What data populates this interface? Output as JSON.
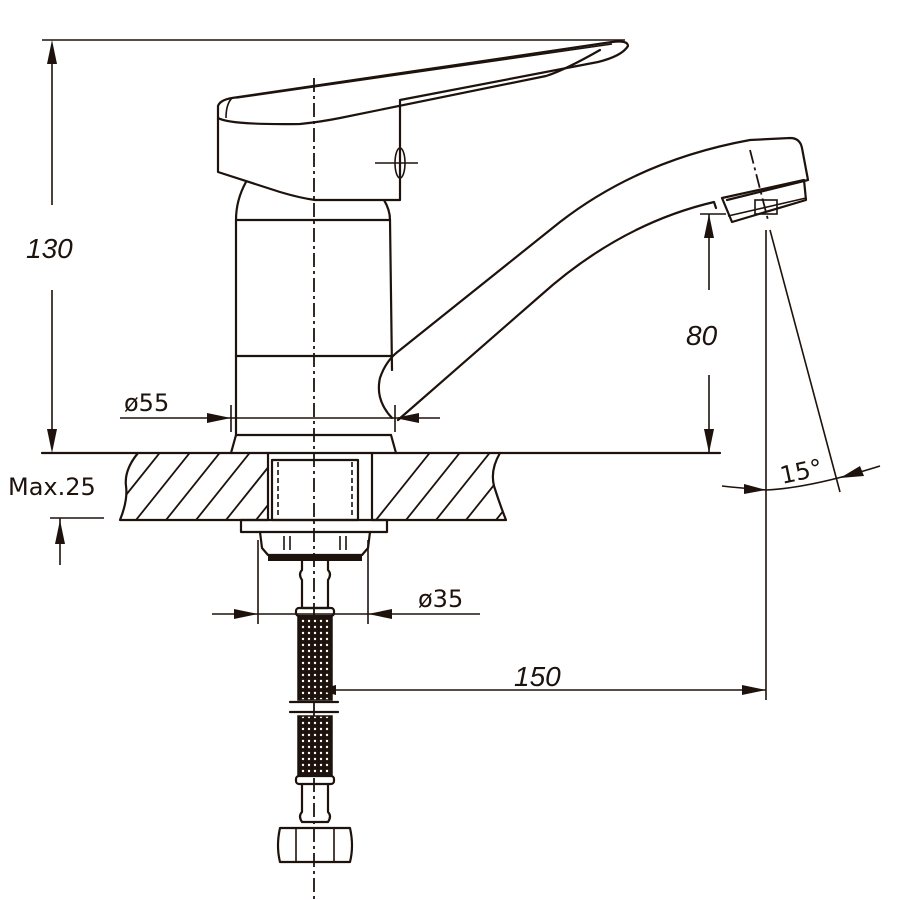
{
  "drawing": {
    "subject": "Single-lever basin faucet dimensional drawing",
    "units": "mm",
    "line_color": "#1e120c",
    "background": "#ffffff"
  },
  "dimensions": {
    "total_height": "130",
    "spout_clearance": "80",
    "body_diameter": "ø55",
    "countertop_thickness": "Max.25",
    "mounting_hole_diameter": "ø35",
    "spout_reach": "150",
    "aerator_angle": "15°"
  }
}
